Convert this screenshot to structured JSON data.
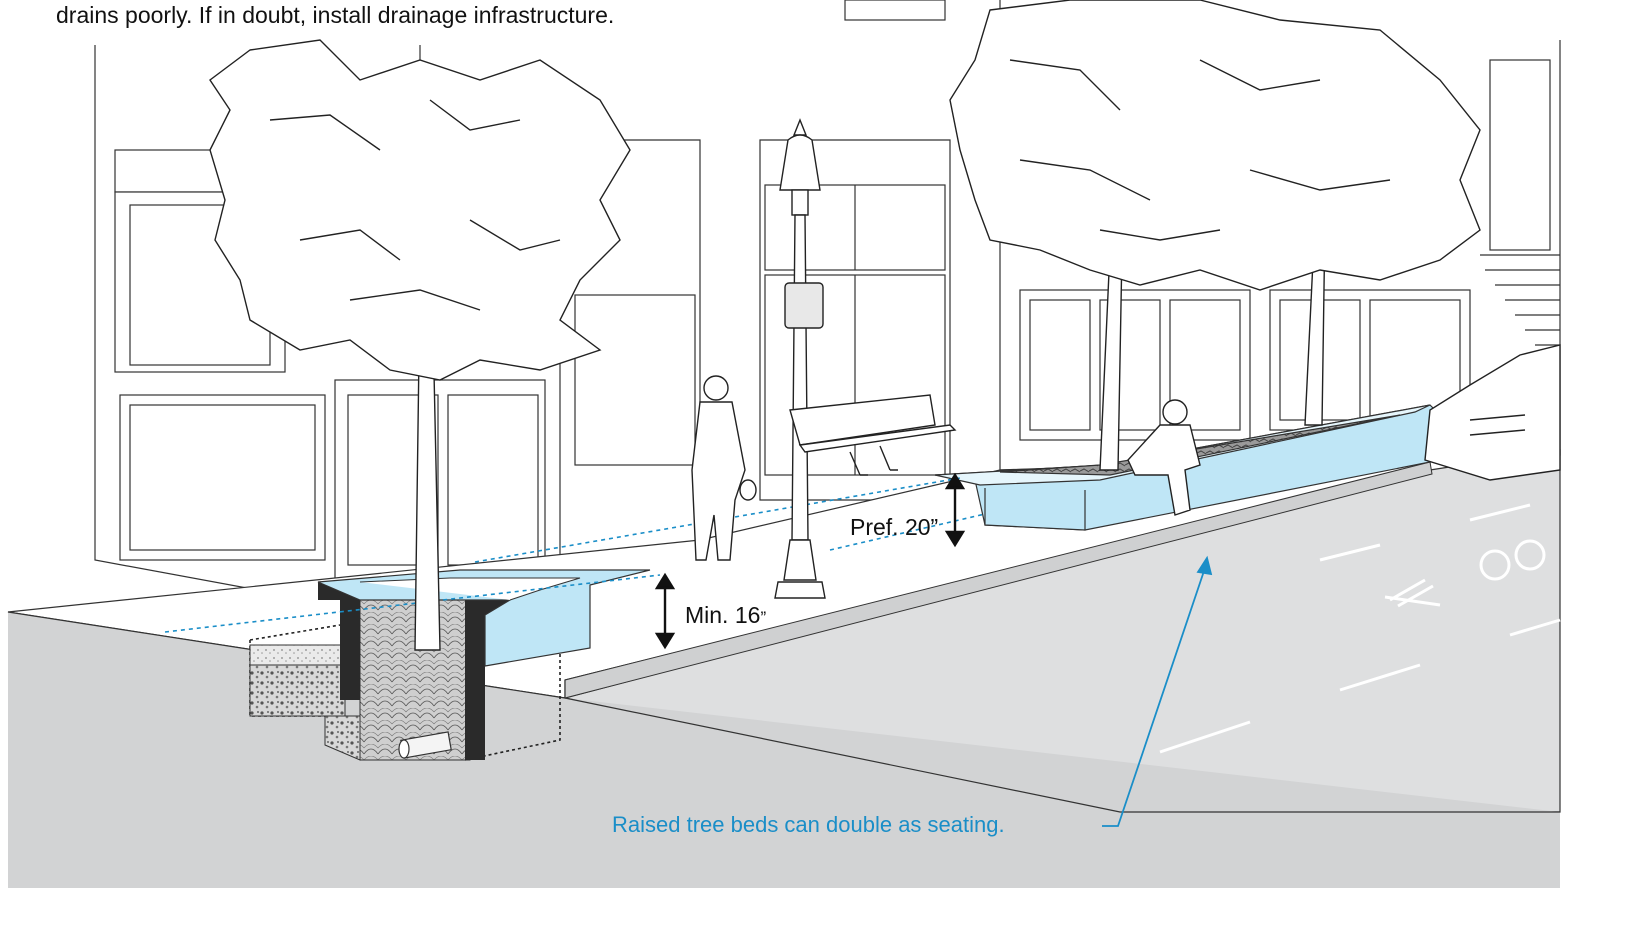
{
  "caption": "drains poorly. If in doubt, install drainage infrastructure.",
  "labels": {
    "min_height": "Min. 16",
    "min_height_unit": "”",
    "pref_height": "Pref. 20”",
    "callout": "Raised tree beds can double as seating."
  },
  "colors": {
    "accent": "#1a8ec8",
    "bed_fill": "#bfe6f6",
    "ground": "#d2d3d4",
    "road": "#dedfe0",
    "line": "#222222"
  }
}
